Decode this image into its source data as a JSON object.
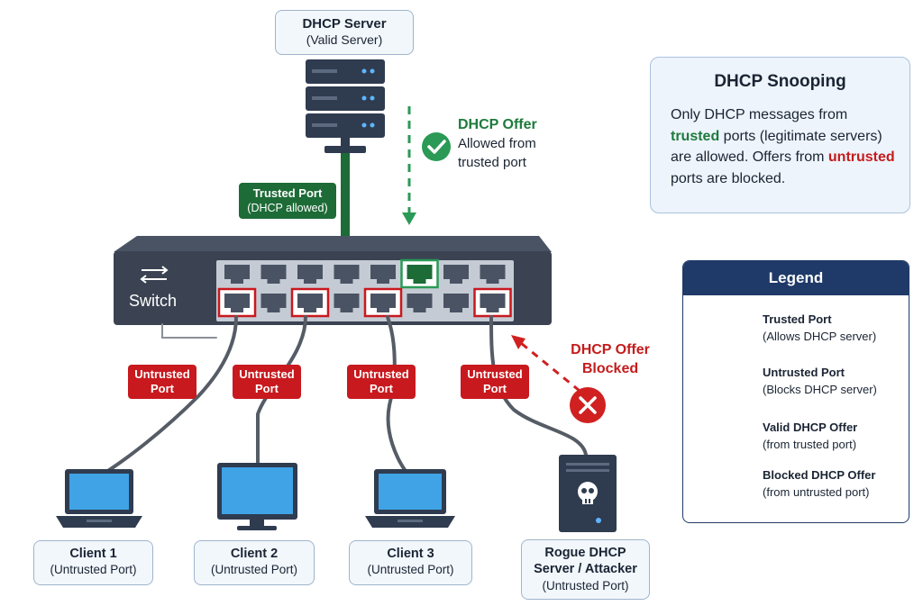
{
  "dhcp_server": {
    "title": "DHCP Server",
    "subtitle": "(Valid Server)"
  },
  "offer_allowed": {
    "title": "DHCP Offer",
    "line1": "Allowed from",
    "line2": "trusted port"
  },
  "trusted_tag": {
    "line1": "Trusted Port",
    "line2": "(DHCP allowed)"
  },
  "switch": {
    "label": "Switch"
  },
  "untrusted_tag": {
    "line1": "Untrusted",
    "line2": "Port"
  },
  "offer_blocked": {
    "line1": "DHCP Offer",
    "line2": "Blocked"
  },
  "clients": [
    {
      "title": "Client 1",
      "subtitle": "(Untrusted Port)"
    },
    {
      "title": "Client 2",
      "subtitle": "(Untrusted Port)"
    },
    {
      "title": "Client 3",
      "subtitle": "(Untrusted Port)"
    }
  ],
  "rogue": {
    "line1": "Rogue DHCP",
    "line2": "Server / Attacker",
    "subtitle": "(Untrusted Port)"
  },
  "snooping": {
    "title": "DHCP Snooping",
    "p1": "Only DHCP messages from",
    "trusted_word": "trusted",
    "p2": " ports (legitimate servers) are allowed. Offers from",
    "untrusted_word": "untrusted",
    "p3": " ports are blocked."
  },
  "legend": {
    "title": "Legend",
    "items": [
      {
        "label": "Trusted Port",
        "desc": "(Allows DHCP server)"
      },
      {
        "label": "Untrusted Port",
        "desc": "(Blocks DHCP server)"
      },
      {
        "label": "Valid DHCP Offer",
        "desc": "(from trusted port)"
      },
      {
        "label": "Blocked DHCP Offer",
        "desc": "(from untrusted port)"
      }
    ]
  },
  "colors": {
    "trusted": "#1d6b37",
    "untrusted": "#c8191e",
    "switch_body": "#3b4352",
    "screen": "#3fa3e6",
    "legend_header": "#1f3a68"
  }
}
